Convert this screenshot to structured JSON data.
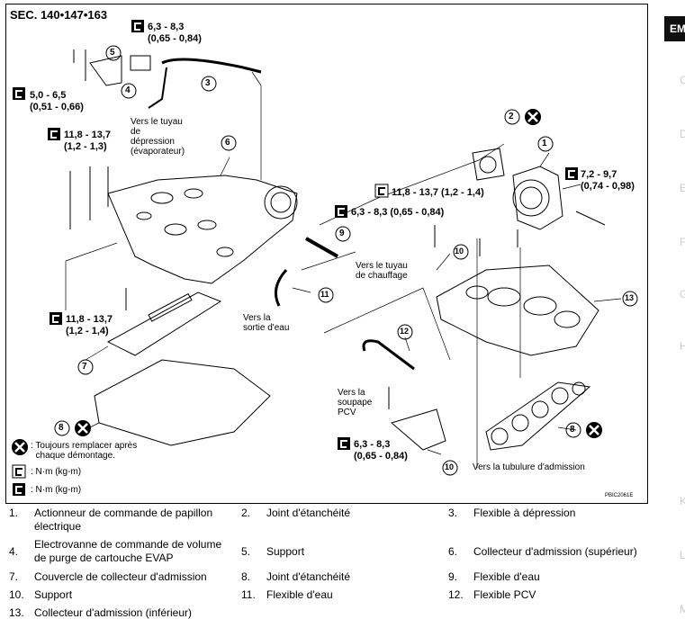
{
  "section_title": "SEC. 140•147•163",
  "torques": {
    "t1": "6,3 - 8,3\n(0,65 - 0,84)",
    "t2": "5,0 - 6,5\n(0,51 - 0,66)",
    "t3": "11,8 - 13,7\n(1,2 - 1,3)",
    "t4": "11,8 - 13,7\n(1,2 - 1,4)",
    "t5": "11,8 - 13,7 (1,2 - 1,4)",
    "t6": "6,3 - 8,3 (0,65 - 0,84)",
    "t7": "7,2 - 9,7\n(0,74 - 0,98)",
    "t8": "6,3 - 8,3\n(0,65 - 0,84)"
  },
  "callouts": {
    "c1": "1",
    "c2": "2",
    "c3": "3",
    "c4": "4",
    "c5": "5",
    "c6": "6",
    "c7": "7",
    "c8a": "8",
    "c8b": "8",
    "c9": "9",
    "c10a": "10",
    "c10b": "10",
    "c11": "11",
    "c12": "12",
    "c13": "13"
  },
  "labels": {
    "vac": "Vers le tuyau\nde\ndépression\n(évaporateur)",
    "heat": "Vers le tuyau\nde chauffage",
    "water": "Vers la\nsortie d'eau",
    "pcv": "Vers la\nsoupape\nPCV",
    "intake": "Vers la tubulure d'admission"
  },
  "legend": {
    "replace": ": Toujours remplacer après\n  chaque démontage.",
    "nm1": ": N·m (kg-m)",
    "nm2": ": N·m (kg-m)"
  },
  "ref_code": "PBIC2061E",
  "sidebar": {
    "tab": "EM"
  },
  "parts": [
    {
      "num": "1.",
      "text": "Actionneur de commande de papillon\nélectrique"
    },
    {
      "num": "2.",
      "text": "Joint d'étanchéité"
    },
    {
      "num": "3.",
      "text": "Flexible à dépression"
    },
    {
      "num": "4.",
      "text": "Electrovanne de commande de volume\nde purge de cartouche EVAP"
    },
    {
      "num": "5.",
      "text": "Support"
    },
    {
      "num": "6.",
      "text": "Collecteur d'admission (supérieur)"
    },
    {
      "num": "7.",
      "text": "Couvercle de collecteur d'admission"
    },
    {
      "num": "8.",
      "text": "Joint d'étanchéité"
    },
    {
      "num": "9.",
      "text": "Flexible d'eau"
    },
    {
      "num": "10.",
      "text": "Support"
    },
    {
      "num": "11.",
      "text": "Flexible d'eau"
    },
    {
      "num": "12.",
      "text": "Flexible PCV"
    },
    {
      "num": "13.",
      "text": "Collecteur d'admission (inférieur)"
    }
  ]
}
